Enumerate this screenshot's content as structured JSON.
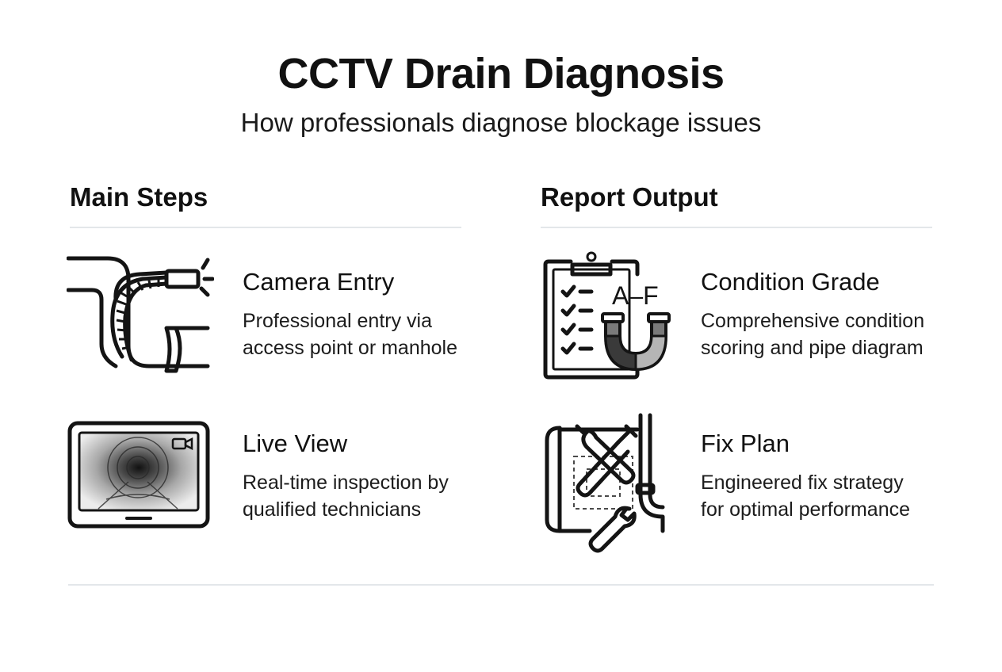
{
  "header": {
    "title": "CCTV Drain Diagnosis",
    "subtitle": "How professionals diagnose blockage issues"
  },
  "columns": {
    "left_heading": "Main Steps",
    "right_heading": "Report Output"
  },
  "items": {
    "camera_entry": {
      "title": "Camera Entry",
      "desc_line1": "Professional entry via",
      "desc_line2": "access point or manhole",
      "icon": "pipe-camera-icon"
    },
    "live_view": {
      "title": "Live View",
      "desc_line1": "Real-time inspection by",
      "desc_line2": "qualified technicians",
      "icon": "monitor-pipe-view-icon"
    },
    "condition_grade": {
      "title": "Condition Grade",
      "desc_line1": "Comprehensive condition",
      "desc_line2": "scoring and pipe diagram",
      "icon": "clipboard-grade-icon",
      "grade_label": "A–F"
    },
    "fix_plan": {
      "title": "Fix Plan",
      "desc_line1": "Engineered fix strategy",
      "desc_line2": "for optimal performance",
      "icon": "tools-blueprint-icon"
    }
  },
  "colors": {
    "text": "#111111",
    "divider": "#e3e7ea",
    "icon_stroke": "#141414",
    "icon_fill_dark": "#3a3a3a",
    "icon_fill_mid": "#7a7a7a",
    "icon_fill_light": "#b5b5b5"
  }
}
